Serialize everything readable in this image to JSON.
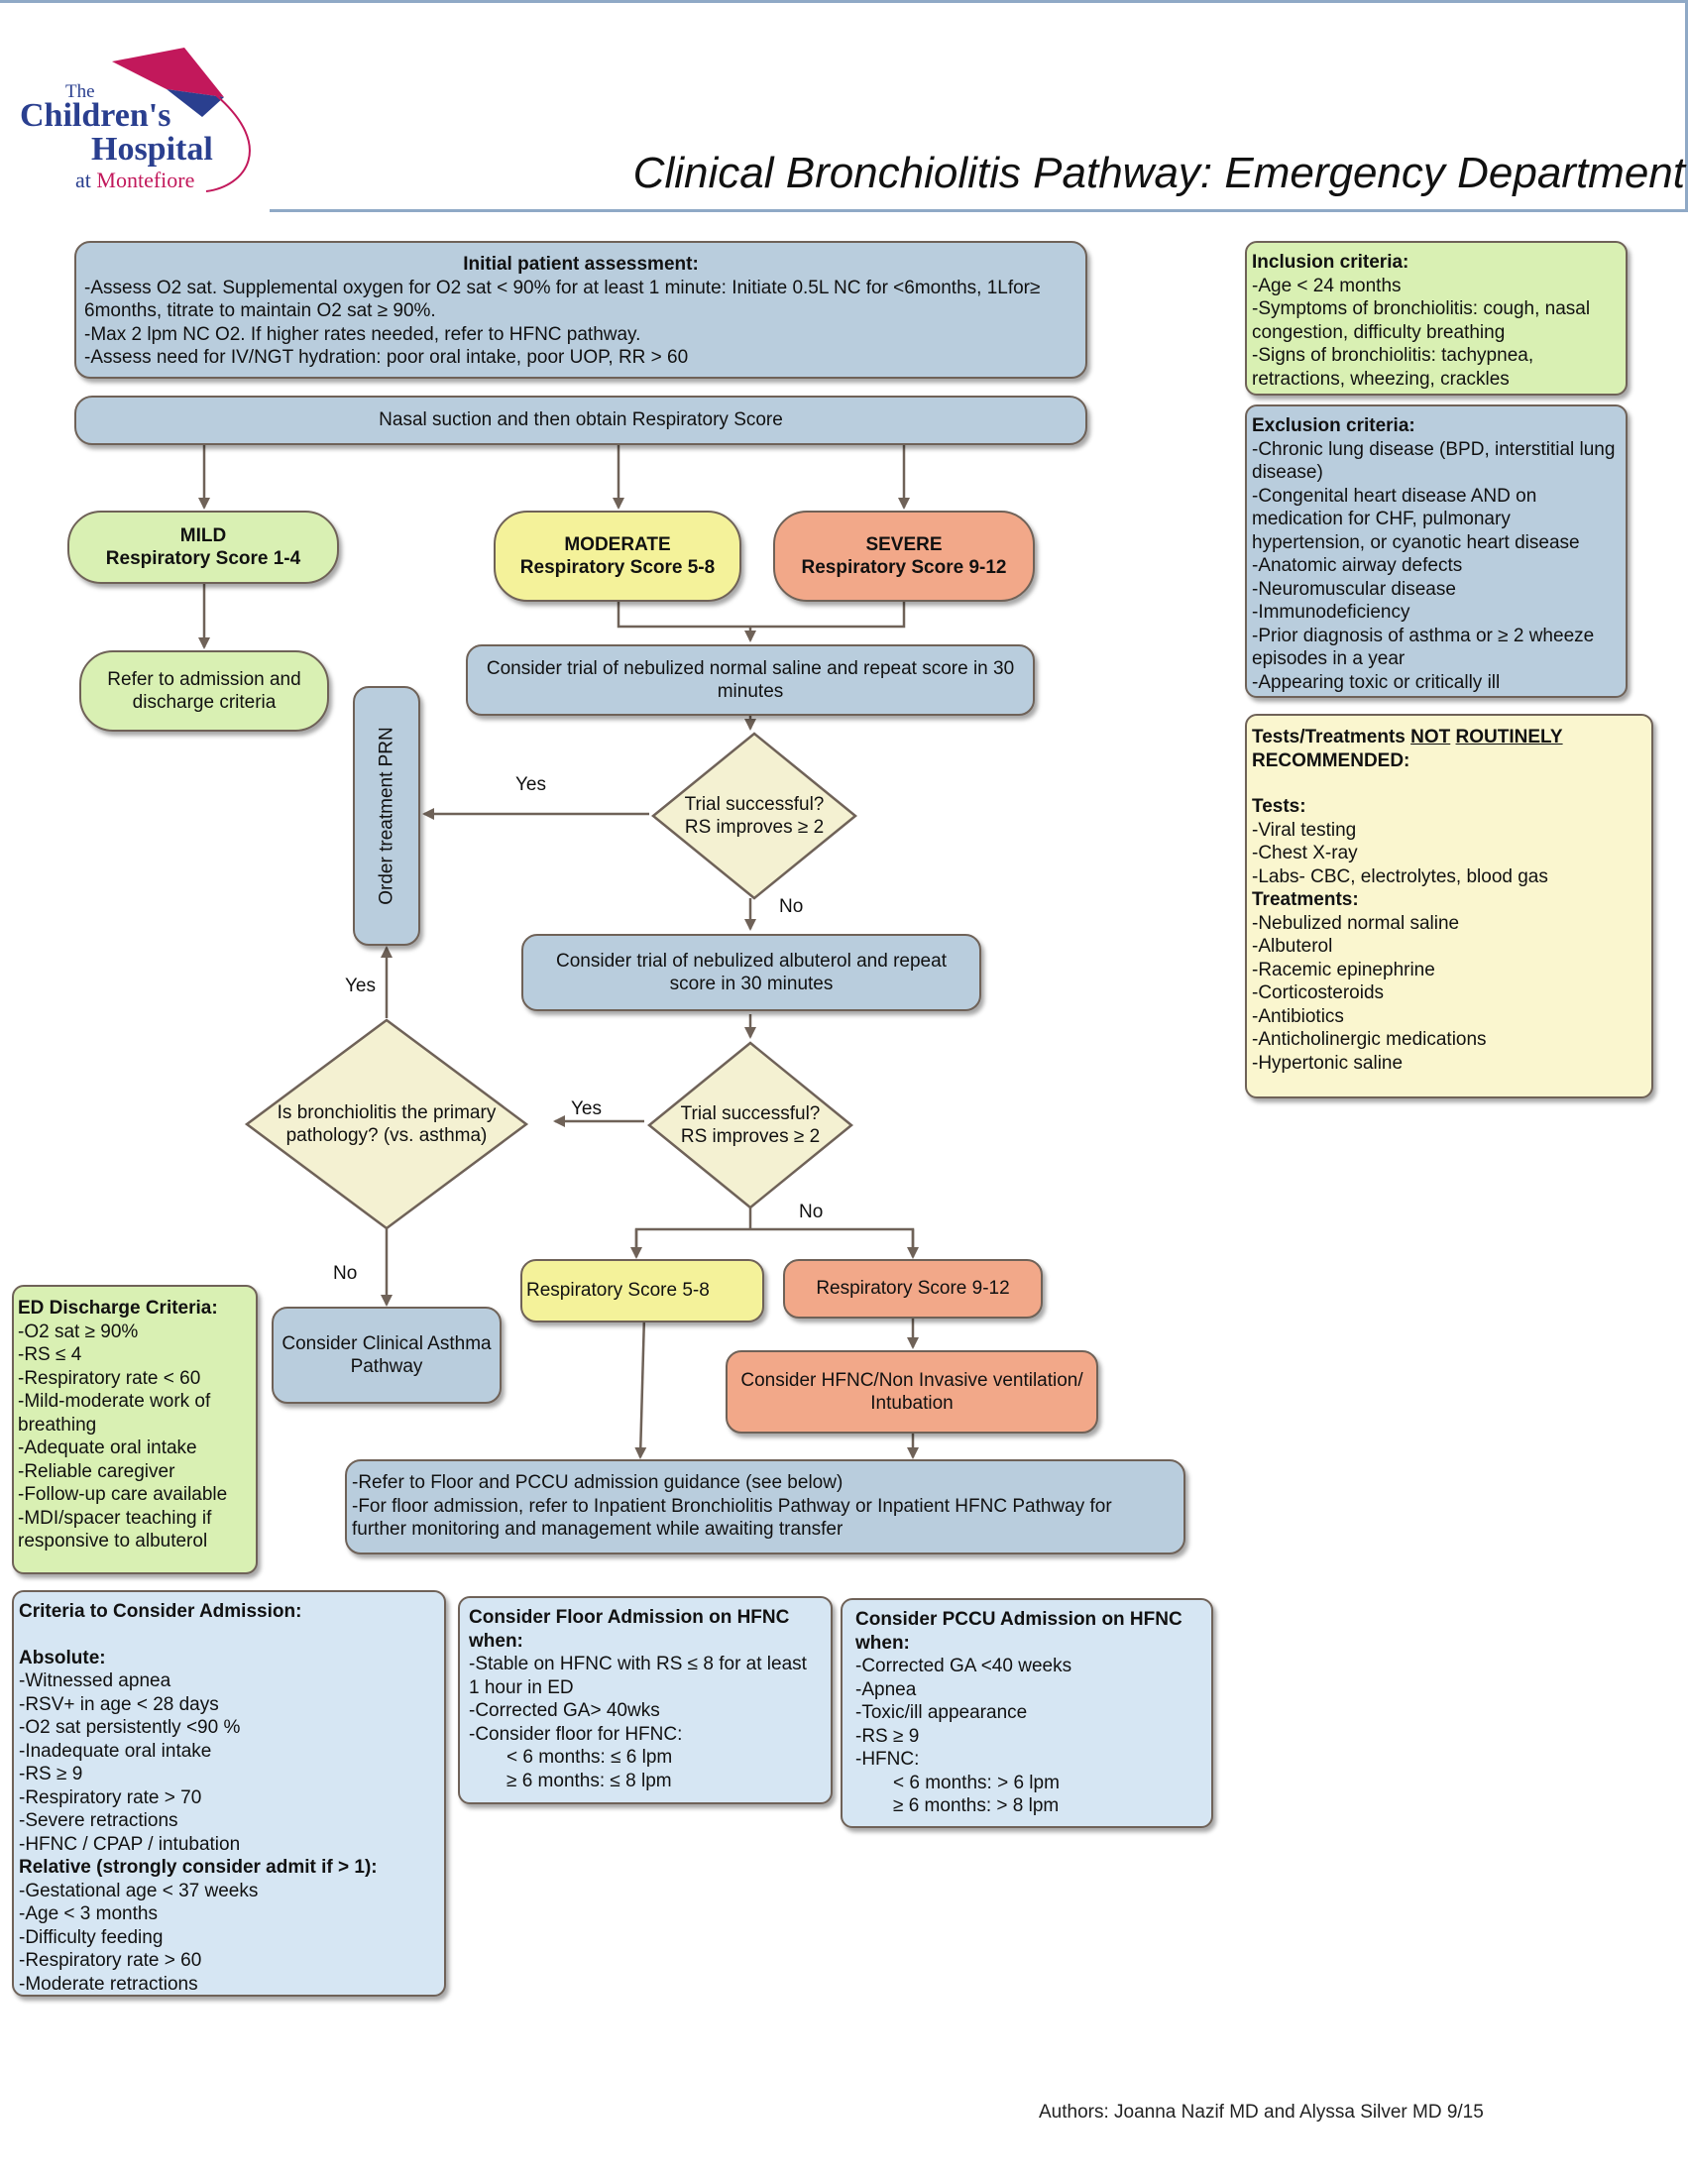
{
  "header": {
    "logo_line1": "The",
    "logo_line2": "Children's",
    "logo_line3": "Hospital",
    "logo_line4_prefix": "at",
    "logo_line4_name": "Montefiore",
    "title": "Clinical Bronchiolitis Pathway: Emergency Department"
  },
  "initial": {
    "title": "Initial patient assessment:",
    "lines": [
      "-Assess O2 sat.  Supplemental oxygen for O2 sat < 90% for at least 1 minute: Initiate 0.5L NC for <6months, 1Lfor≥",
      "6months, titrate to maintain O2 sat ≥ 90%.",
      "-Max 2 lpm NC O2.  If higher rates needed, refer to HFNC pathway.",
      "-Assess need for IV/NGT hydration: poor oral intake, poor UOP, RR > 60"
    ]
  },
  "suction": "Nasal suction and  then obtain Respiratory Score",
  "mild": {
    "title": "MILD",
    "score": "Respiratory Score 1-4"
  },
  "moderate": {
    "title": "MODERATE",
    "score": "Respiratory Score 5-8"
  },
  "severe": {
    "title": "SEVERE",
    "score": "Respiratory Score 9-12"
  },
  "refer_admission": "Refer to admission and discharge criteria",
  "saline_trial": "Consider trial of nebulized normal saline and repeat score in 30 minutes",
  "order_prn": "Order treatment PRN",
  "trial1": {
    "q1": "Trial successful?",
    "q2": "RS improves ≥ 2"
  },
  "albuterol_trial": "Consider trial of nebulized albuterol and repeat score in 30 minutes",
  "trial2": {
    "q1": "Trial successful?",
    "q2": "RS improves ≥ 2"
  },
  "primary": "Is bronchiolitis the primary pathology? (vs. asthma)",
  "labels": {
    "yes": "Yes",
    "no": "No"
  },
  "asthma": "Consider Clinical Asthma Pathway",
  "rs58": "Respiratory Score 5-8",
  "rs912": "Respiratory Score 9-12",
  "hfnc": "Consider HFNC/Non Invasive ventilation/ Intubation",
  "refer_floor": [
    "-Refer to Floor and PCCU admission guidance (see below)",
    "-For floor admission, refer to Inpatient Bronchiolitis Pathway or Inpatient HFNC Pathway for",
    "further monitoring and management while awaiting transfer"
  ],
  "inclusion": {
    "title": "Inclusion criteria:",
    "lines": [
      "-Age < 24 months",
      "-Symptoms of bronchiolitis: cough, nasal",
      "congestion, difficulty breathing",
      "-Signs of bronchiolitis: tachypnea,",
      "retractions, wheezing, crackles"
    ]
  },
  "exclusion": {
    "title": "Exclusion criteria:",
    "lines": [
      "-Chronic lung disease (BPD, interstitial lung",
      "disease)",
      "-Congenital heart disease AND on",
      "medication for CHF, pulmonary",
      "hypertension, or cyanotic heart disease",
      "-Anatomic airway defects",
      "-Neuromuscular disease",
      "-Immunodeficiency",
      "-Prior diagnosis of asthma or ≥ 2 wheeze",
      "episodes in a year",
      "-Appearing toxic or critically ill"
    ]
  },
  "tests": {
    "title_prefix": "Tests/Treatments ",
    "title_not": "NOT",
    "title_routinely": "ROUTINELY",
    "title_recommended": "RECOMMENDED:",
    "tests_label": "Tests:",
    "tests_items": [
      "-Viral testing",
      "-Chest X-ray",
      "-Labs- CBC, electrolytes, blood gas"
    ],
    "treatments_label": "Treatments:",
    "treatments_items": [
      "-Nebulized normal saline",
      "-Albuterol",
      "-Racemic epinephrine",
      "-Corticosteroids",
      "-Antibiotics",
      "-Anticholinergic medications",
      "-Hypertonic saline"
    ]
  },
  "discharge": {
    "title": "ED Discharge Criteria:",
    "lines": [
      "-O2 sat ≥ 90%",
      "-RS ≤ 4",
      "-Respiratory rate < 60",
      "-Mild-moderate work of",
      "breathing",
      "-Adequate oral intake",
      "-Reliable caregiver",
      "-Follow-up care available",
      "-MDI/spacer teaching if",
      "responsive to albuterol"
    ]
  },
  "admission": {
    "title": "Criteria to Consider Admission:",
    "absolute_label": "Absolute:",
    "absolute_items": [
      "-Witnessed apnea",
      "-RSV+ in age <  28  days",
      "-O2 sat persistently <90 %",
      "-Inadequate oral intake",
      "-RS ≥ 9",
      "-Respiratory rate > 70",
      "-Severe retractions",
      "-HFNC / CPAP / intubation"
    ],
    "relative_label": "Relative (strongly consider admit if > 1):",
    "relative_items": [
      "-Gestational age < 37 weeks",
      "-Age < 3 months",
      "-Difficulty feeding",
      "-Respiratory rate > 60",
      "-Moderate retractions"
    ]
  },
  "floor": {
    "title1": "Consider Floor Admission on HFNC",
    "title2": "when:",
    "lines": [
      "-Stable on HFNC with RS ≤ 8 for at least",
      "1 hour in ED",
      "-Corrected GA> 40wks",
      "-Consider floor for HFNC:"
    ],
    "sub": [
      "< 6 months: ≤ 6 lpm",
      "≥ 6 months: ≤ 8 lpm"
    ]
  },
  "pccu": {
    "title1": "Consider PCCU Admission on HFNC",
    "title2": "when:",
    "lines": [
      "-Corrected GA <40 weeks",
      "-Apnea",
      "-Toxic/ill appearance",
      "-RS ≥ 9",
      "-HFNC:"
    ],
    "sub": [
      "< 6 months:  > 6 lpm",
      "≥ 6 months: > 8 lpm"
    ]
  },
  "authors": "Authors: Joanna Nazif MD and Alyssa Silver MD  9/15",
  "colors": {
    "blue_box": "#b9cddd",
    "green_box": "#d9f0b3",
    "yellow_box": "#f4f29a",
    "orange_box": "#f2a889",
    "cream_box": "#faf6cf",
    "logo_blue": "#2a3f8f",
    "logo_magenta": "#c2185b"
  }
}
